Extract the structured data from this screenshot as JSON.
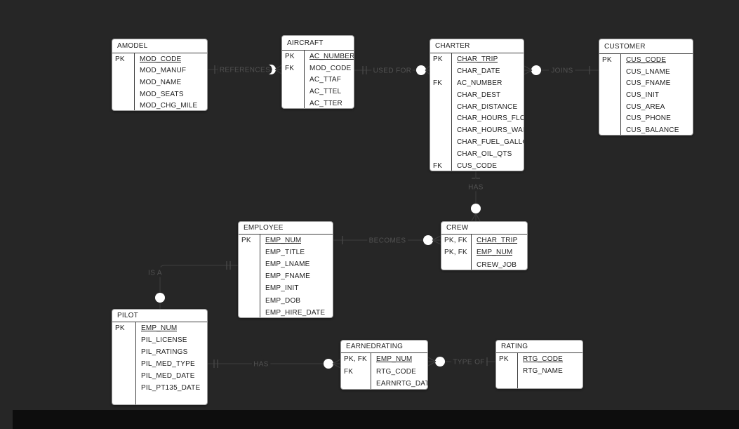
{
  "canvas": {
    "background_color": "#262626",
    "bottom_bar_color": "#0d0d0d"
  },
  "colors": {
    "entity_fill": "#ffffff",
    "entity_border": "#9c9c9c",
    "entity_text": "#1e1e1e",
    "entity_inner_line": "#3e3e3e",
    "relationship_line": "#3f3f3f",
    "relationship_label": "#525252",
    "tick": "#4a4a4a",
    "cardinality_dot": "#ffffff"
  },
  "diagram": {
    "entities": [
      {
        "id": "amodel",
        "title": "AMODEL",
        "rows": [
          {
            "key": "PK",
            "field": "MOD_CODE",
            "pk": true
          },
          {
            "key": "",
            "field": "MOD_MANUF"
          },
          {
            "key": "",
            "field": "MOD_NAME"
          },
          {
            "key": "",
            "field": "MOD_SEATS"
          },
          {
            "key": "",
            "field": "MOD_CHG_MILE"
          }
        ]
      },
      {
        "id": "aircraft",
        "title": "AIRCRAFT",
        "rows": [
          {
            "key": "PK",
            "field": "AC_NUMBER",
            "pk": true
          },
          {
            "key": "FK",
            "field": "MOD_CODE"
          },
          {
            "key": "",
            "field": "AC_TTAF"
          },
          {
            "key": "",
            "field": "AC_TTEL"
          },
          {
            "key": "",
            "field": "AC_TTER"
          }
        ]
      },
      {
        "id": "charter",
        "title": "CHARTER",
        "rows": [
          {
            "key": "PK",
            "field": "CHAR_TRIP",
            "pk": true
          },
          {
            "key": "",
            "field": "CHAR_DATE"
          },
          {
            "key": "FK",
            "field": "AC_NUMBER"
          },
          {
            "key": "",
            "field": "CHAR_DEST"
          },
          {
            "key": "",
            "field": "CHAR_DISTANCE"
          },
          {
            "key": "",
            "field": "CHAR_HOURS_FLOWN"
          },
          {
            "key": "",
            "field": "CHAR_HOURS_WAIT"
          },
          {
            "key": "",
            "field": "CHAR_FUEL_GALLONS"
          },
          {
            "key": "",
            "field": "CHAR_OIL_QTS"
          },
          {
            "key": "FK",
            "field": "CUS_CODE"
          }
        ]
      },
      {
        "id": "customer",
        "title": "CUSTOMER",
        "rows": [
          {
            "key": "PK",
            "field": "CUS_CODE",
            "pk": true
          },
          {
            "key": "",
            "field": "CUS_LNAME"
          },
          {
            "key": "",
            "field": "CUS_FNAME"
          },
          {
            "key": "",
            "field": "CUS_INIT"
          },
          {
            "key": "",
            "field": "CUS_AREA"
          },
          {
            "key": "",
            "field": "CUS_PHONE"
          },
          {
            "key": "",
            "field": "CUS_BALANCE"
          }
        ]
      },
      {
        "id": "employee",
        "title": "EMPLOYEE",
        "rows": [
          {
            "key": "PK",
            "field": "EMP_NUM",
            "pk": true
          },
          {
            "key": "",
            "field": "EMP_TITLE"
          },
          {
            "key": "",
            "field": "EMP_LNAME"
          },
          {
            "key": "",
            "field": "EMP_FNAME"
          },
          {
            "key": "",
            "field": "EMP_INIT"
          },
          {
            "key": "",
            "field": "EMP_DOB"
          },
          {
            "key": "",
            "field": "EMP_HIRE_DATE"
          }
        ]
      },
      {
        "id": "crew",
        "title": "CREW",
        "rows": [
          {
            "key": "PK, FK",
            "field": "CHAR_TRIP",
            "pk": true
          },
          {
            "key": "PK, FK",
            "field": "EMP_NUM",
            "pk": true
          },
          {
            "key": "",
            "field": "CREW_JOB"
          }
        ]
      },
      {
        "id": "pilot",
        "title": "PILOT",
        "rows": [
          {
            "key": "PK",
            "field": "EMP_NUM",
            "pk": true
          },
          {
            "key": "",
            "field": "PIL_LICENSE"
          },
          {
            "key": "",
            "field": "PIL_RATINGS"
          },
          {
            "key": "",
            "field": "PIL_MED_TYPE"
          },
          {
            "key": "",
            "field": "PIL_MED_DATE"
          },
          {
            "key": "",
            "field": "PIL_PT135_DATE"
          }
        ]
      },
      {
        "id": "earnedrating",
        "title": "EARNEDRATING",
        "rows": [
          {
            "key": "PK, FK",
            "field": "EMP_NUM",
            "pk": true
          },
          {
            "key": "FK",
            "field": "RTG_CODE"
          },
          {
            "key": "",
            "field": "EARNRTG_DATE"
          }
        ]
      },
      {
        "id": "rating",
        "title": "RATING",
        "rows": [
          {
            "key": "PK",
            "field": "RTG_CODE",
            "pk": true
          },
          {
            "key": "",
            "field": "RTG_NAME"
          }
        ]
      }
    ],
    "relationships": [
      {
        "id": "references",
        "label": "REFERENCES",
        "from": "AMODEL",
        "to": "AIRCRAFT",
        "from_cardinality": "one",
        "to_cardinality": "zero-or-many"
      },
      {
        "id": "used-for",
        "label": "USED FOR",
        "from": "AIRCRAFT",
        "to": "CHARTER",
        "from_cardinality": "one",
        "to_cardinality": "zero-or-many"
      },
      {
        "id": "joins",
        "label": "JOINS",
        "from": "CHARTER",
        "to": "CUSTOMER",
        "from_cardinality": "zero-or-many",
        "to_cardinality": "one"
      },
      {
        "id": "has-crew",
        "label": "HAS",
        "from": "CHARTER",
        "to": "CREW",
        "from_cardinality": "one",
        "to_cardinality": "zero-or-many"
      },
      {
        "id": "becomes",
        "label": "BECOMES",
        "from": "EMPLOYEE",
        "to": "CREW",
        "from_cardinality": "one",
        "to_cardinality": "zero-or-many"
      },
      {
        "id": "is-a",
        "label": "IS A",
        "from": "EMPLOYEE",
        "to": "PILOT",
        "from_cardinality": "one",
        "to_cardinality": "zero-or-one"
      },
      {
        "id": "has-earnedrating",
        "label": "HAS",
        "from": "PILOT",
        "to": "EARNEDRATING",
        "from_cardinality": "one",
        "to_cardinality": "zero-or-many"
      },
      {
        "id": "type-of",
        "label": "TYPE OF",
        "from": "EARNEDRATING",
        "to": "RATING",
        "from_cardinality": "zero-or-many",
        "to_cardinality": "one"
      }
    ]
  }
}
